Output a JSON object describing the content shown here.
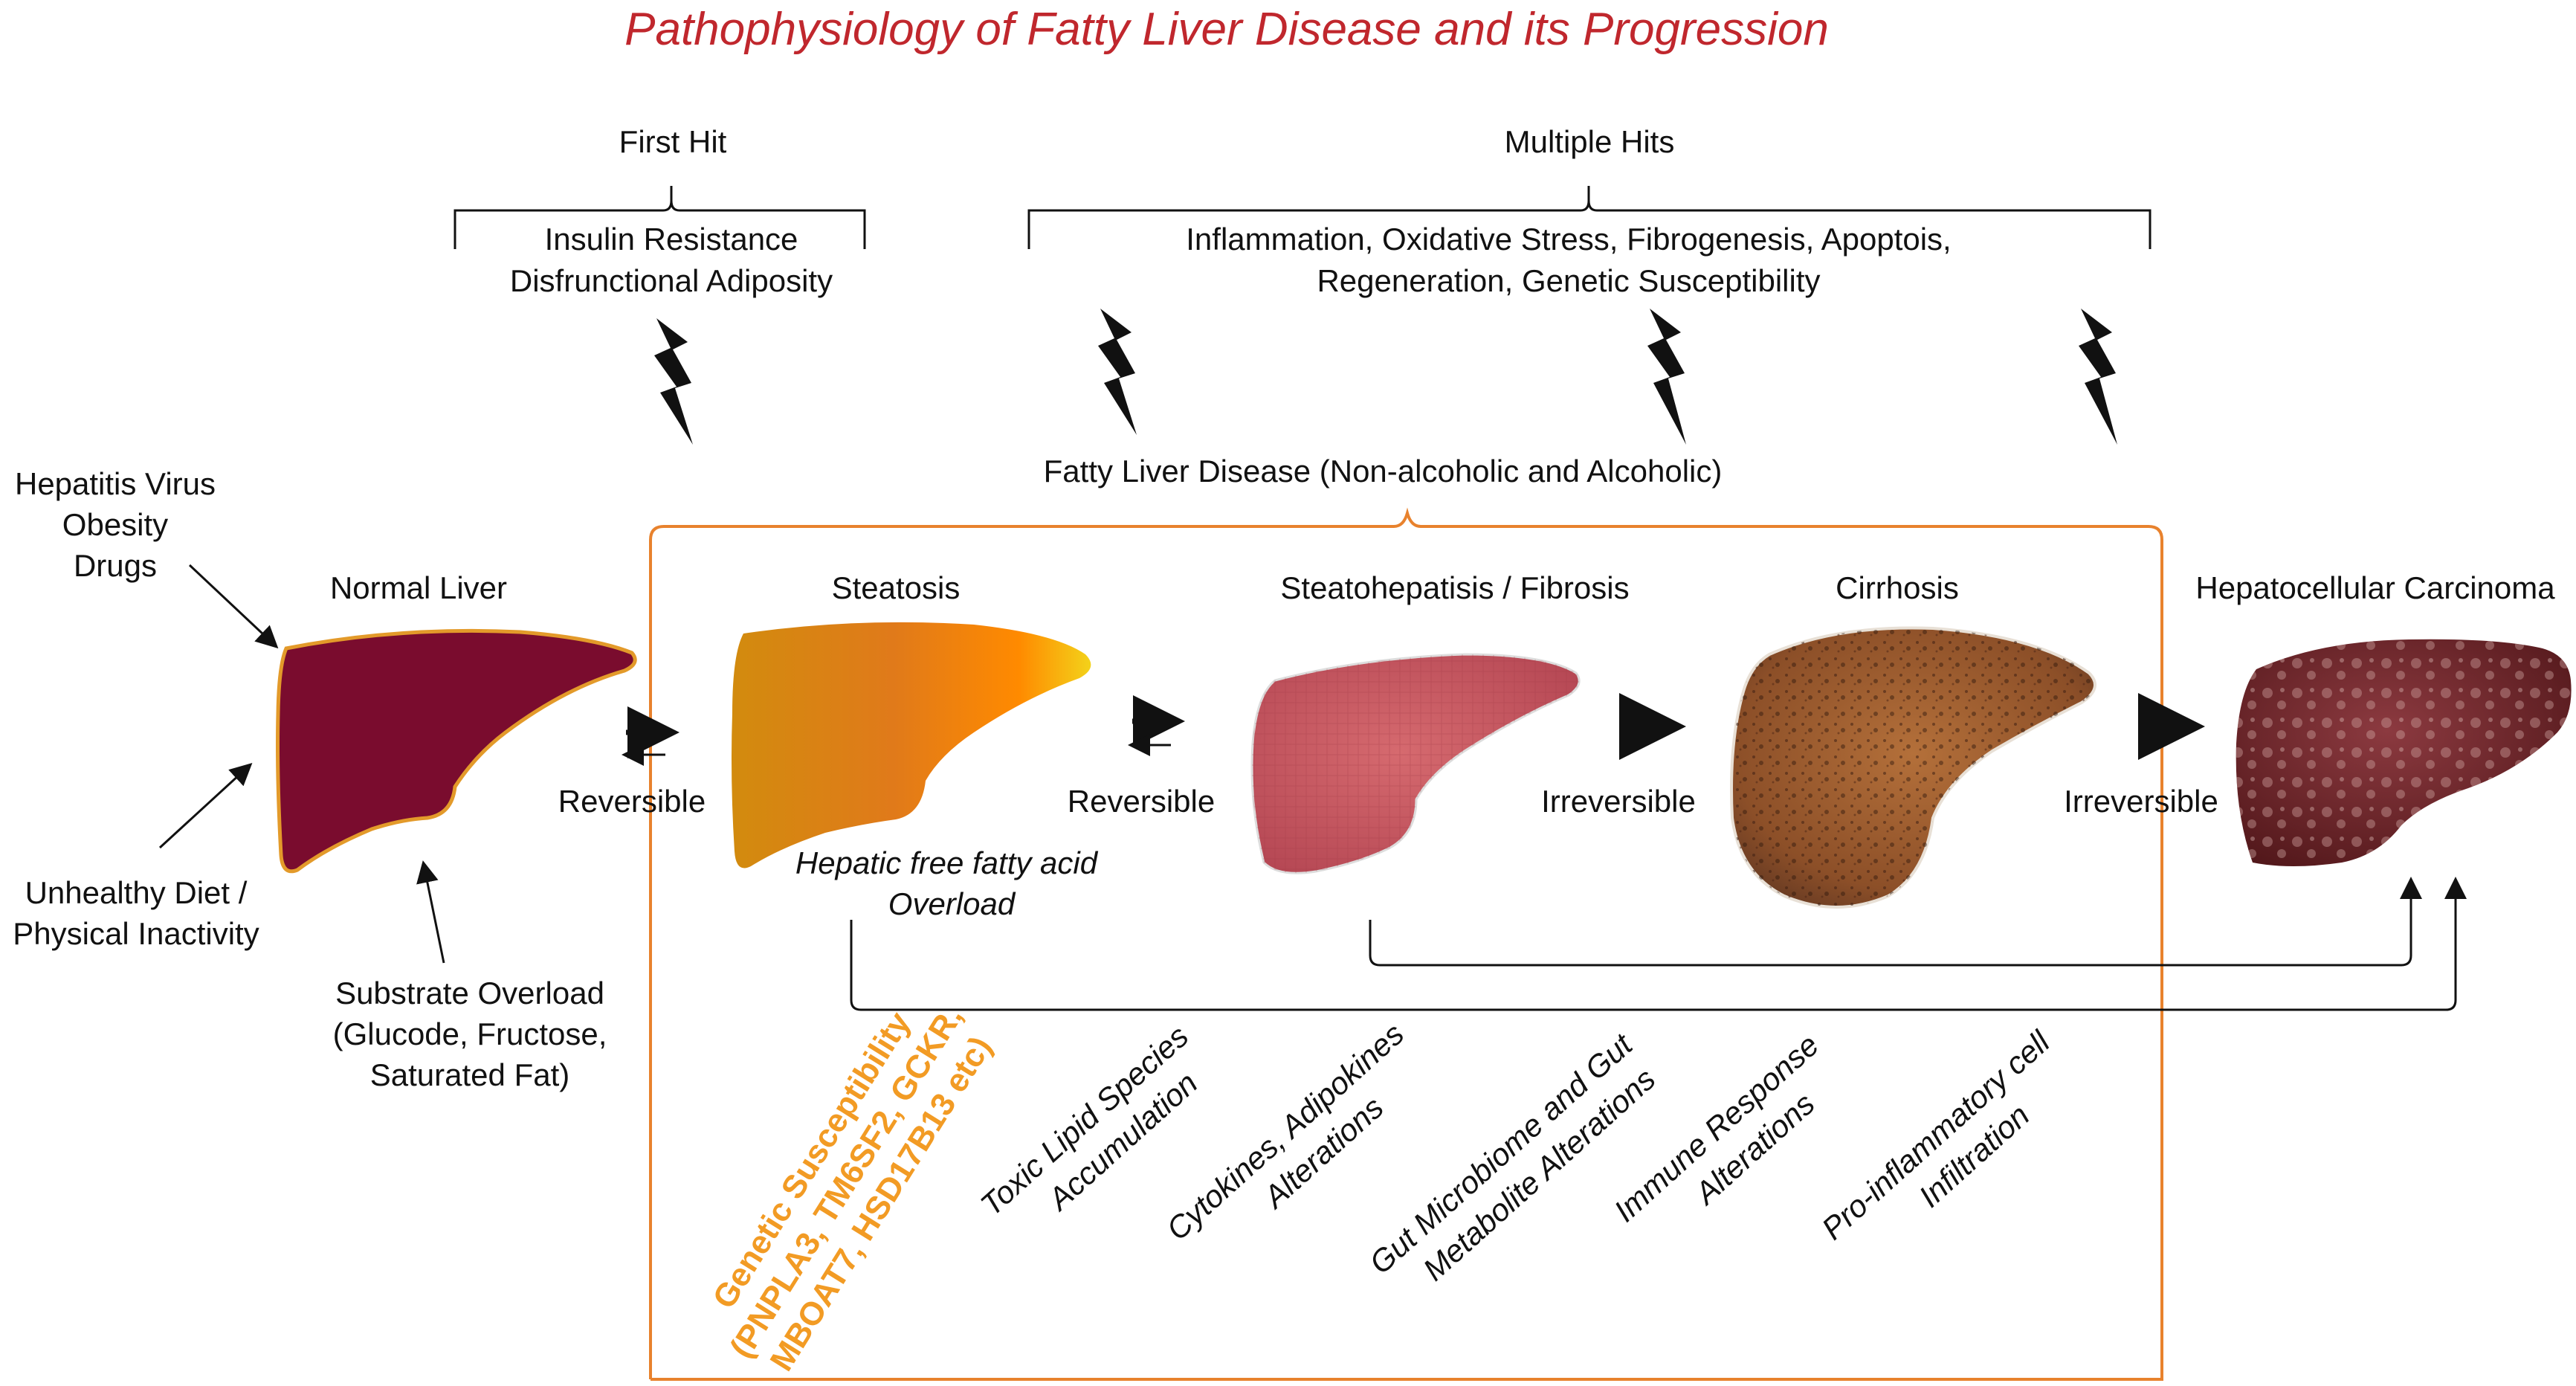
{
  "title": "Pathophysiology of Fatty Liver Disease and its Progression",
  "first_hit": {
    "label": "First Hit",
    "lines": [
      "Insulin Resistance",
      "Disfrunctional Adiposity"
    ]
  },
  "multiple_hits": {
    "label": "Multiple Hits",
    "lines": [
      "Inflammation, Oxidative Stress, Fibrogenesis, Apoptois,",
      "Regeneration, Genetic Susceptibility"
    ]
  },
  "fatty_liver_disease": "Fatty Liver Disease (Non-alcoholic and Alcoholic)",
  "risk_factors": {
    "top": [
      "Hepatitis Virus",
      "Obesity",
      "Drugs"
    ],
    "bottom_left": [
      "Unhealthy Diet /",
      "Physical Inactivity"
    ],
    "bottom": [
      "Substrate Overload",
      "(Glucode, Fructose,",
      "Saturated Fat)"
    ]
  },
  "stages": [
    {
      "name": "Normal Liver",
      "color": "#7a0c2e"
    },
    {
      "name": "Steatosis",
      "color": "#d8860a"
    },
    {
      "name": "Steatohepatisis / Fibrosis",
      "color": "#c6545f"
    },
    {
      "name": "Cirrhosis",
      "color": "#9a5a2d"
    },
    {
      "name": "Hepatocellular Carcinoma",
      "color": "#6b1f24"
    }
  ],
  "transitions": [
    "Reversible",
    "Reversible",
    "Irreversible",
    "Irreversible"
  ],
  "steatosis_note": [
    "Hepatic free fatty acid",
    "Overload"
  ],
  "genetic": {
    "lines": [
      "Genetic Susceptibility",
      "(PNPLA3, TM6SF2, GCKR,",
      "MBOAT7, HSD17B13 etc)"
    ],
    "color": "#f29b24"
  },
  "mechanisms": [
    [
      "Toxic Lipid Species",
      "Accumulation"
    ],
    [
      "Cytokines, Adipokines",
      "Alterations"
    ],
    [
      "Gut Microbiome and Gut",
      "Metabolite Alterations"
    ],
    [
      "Immune Response",
      "Alterations"
    ],
    [
      "Pro-inflammatory cell",
      "Infiltration"
    ]
  ],
  "colors": {
    "title": "#c0272d",
    "box": "#e8822d",
    "accent": "#f29b24"
  }
}
